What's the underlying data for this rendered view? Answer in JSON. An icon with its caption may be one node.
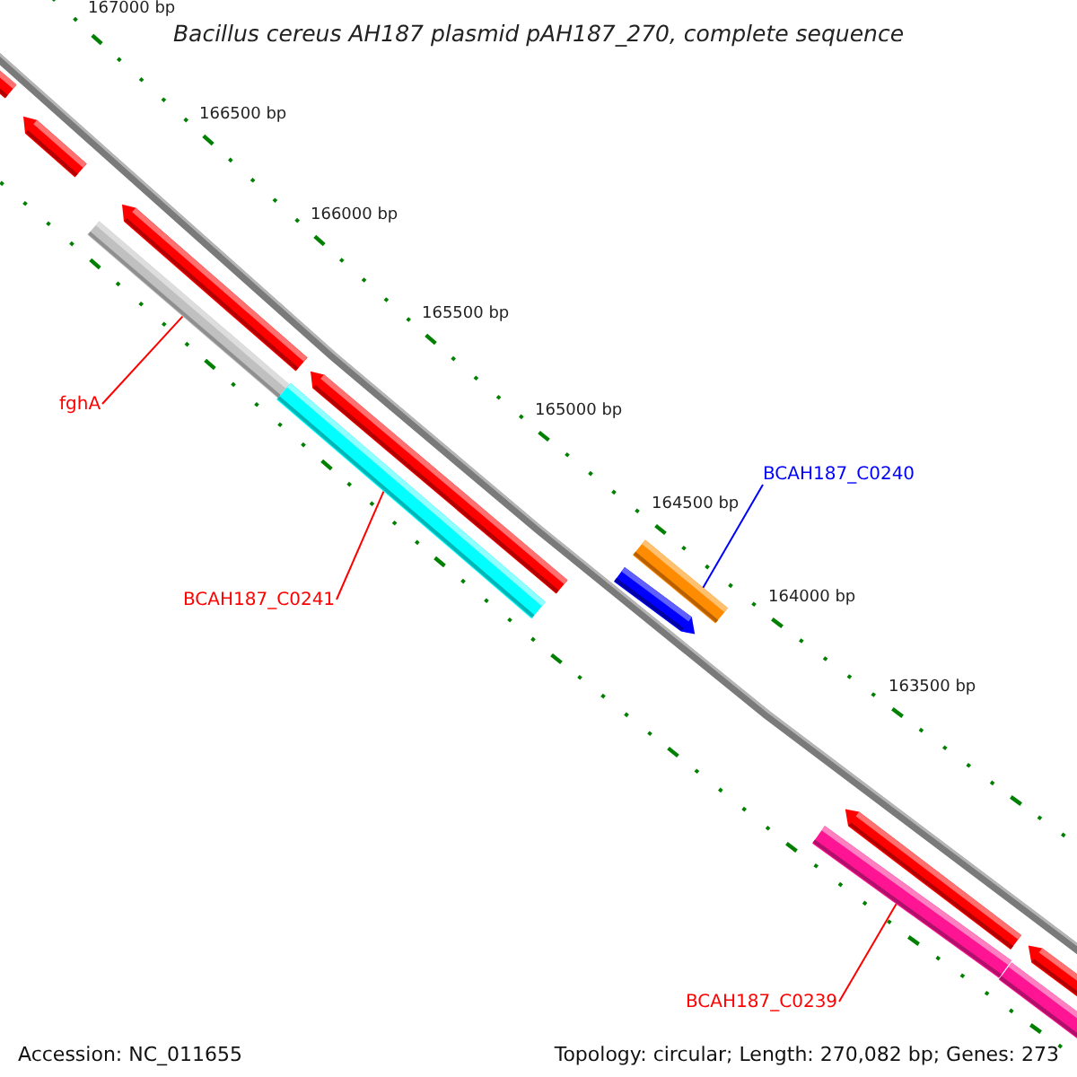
{
  "diagram": {
    "title": "Bacillus cereus AH187 plasmid pAH187_270, complete sequence",
    "nodes": [
      {
        "text": [
          "fghA"
        ]
      },
      {
        "text": [],
        "shape": "bar"
      },
      {
        "text": [
          "BCAH187_C0241"
        ]
      },
      {
        "text": [],
        "shape": "bar"
      },
      {
        "text": [
          "BCAH187_C0240"
        ]
      },
      {
        "text": [],
        "shape": "bar"
      },
      {
        "text": [
          "BCAH187_C0239"
        ]
      },
      {
        "text": [],
        "shape": "bar"
      }
    ],
    "edges": [
      {
        "from": 0,
        "to": 1,
        "arrow": "none"
      },
      {
        "from": 2,
        "to": 3,
        "arrow": "none"
      },
      {
        "from": 4,
        "to": 5,
        "arrow": "none",
        "color": "#0000ff"
      },
      {
        "from": 6,
        "to": 7,
        "arrow": "none"
      }
    ],
    "labels": [
      "167000 bp",
      "166500 bp",
      "166000 bp",
      "165500 bp",
      "165000 bp",
      "164500 bp",
      "164000 bp",
      "163500 bp",
      "Accession: NC_011655",
      "Topology: circular; Length: 270,082 bp; Genes: 273"
    ]
  }
}
